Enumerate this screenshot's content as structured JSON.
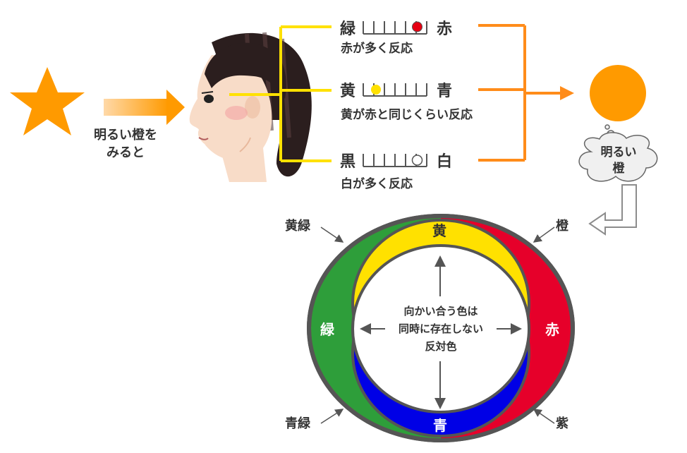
{
  "intro": {
    "line1": "明るい橙を",
    "line2": "みると"
  },
  "scales": [
    {
      "left": "緑",
      "right": "赤",
      "caption": "赤が多く反応",
      "marker_position": 0.85,
      "marker_color": "#e60012"
    },
    {
      "left": "黄",
      "right": "青",
      "caption": "黄が赤と同じくらい反応",
      "marker_position": 0.2,
      "marker_color": "#ffe100"
    },
    {
      "left": "黒",
      "right": "白",
      "caption": "白が多く反応",
      "marker_position": 0.85,
      "marker_color": "#ffffff"
    }
  ],
  "result": {
    "color": "#ff9a00",
    "thought_line1": "明るい",
    "thought_line2": "橙"
  },
  "wheel": {
    "segments": {
      "top": "黄",
      "left": "緑",
      "right": "赤",
      "bottom": "青"
    },
    "outer_labels": {
      "top_left": "黄緑",
      "top_right": "橙",
      "bottom_left": "青緑",
      "bottom_right": "紫"
    },
    "center_text": [
      "向かい合う色は",
      "同時に存在しない",
      "反対色"
    ],
    "colors": {
      "yellow": "#ffe100",
      "green": "#2e9e3a",
      "red": "#e6002a",
      "blue": "#0000e6",
      "rim": "#555555"
    }
  },
  "colors": {
    "star": "#ff9a00",
    "orange_line": "#ff8c1a",
    "yellow_line": "#ffe100"
  }
}
